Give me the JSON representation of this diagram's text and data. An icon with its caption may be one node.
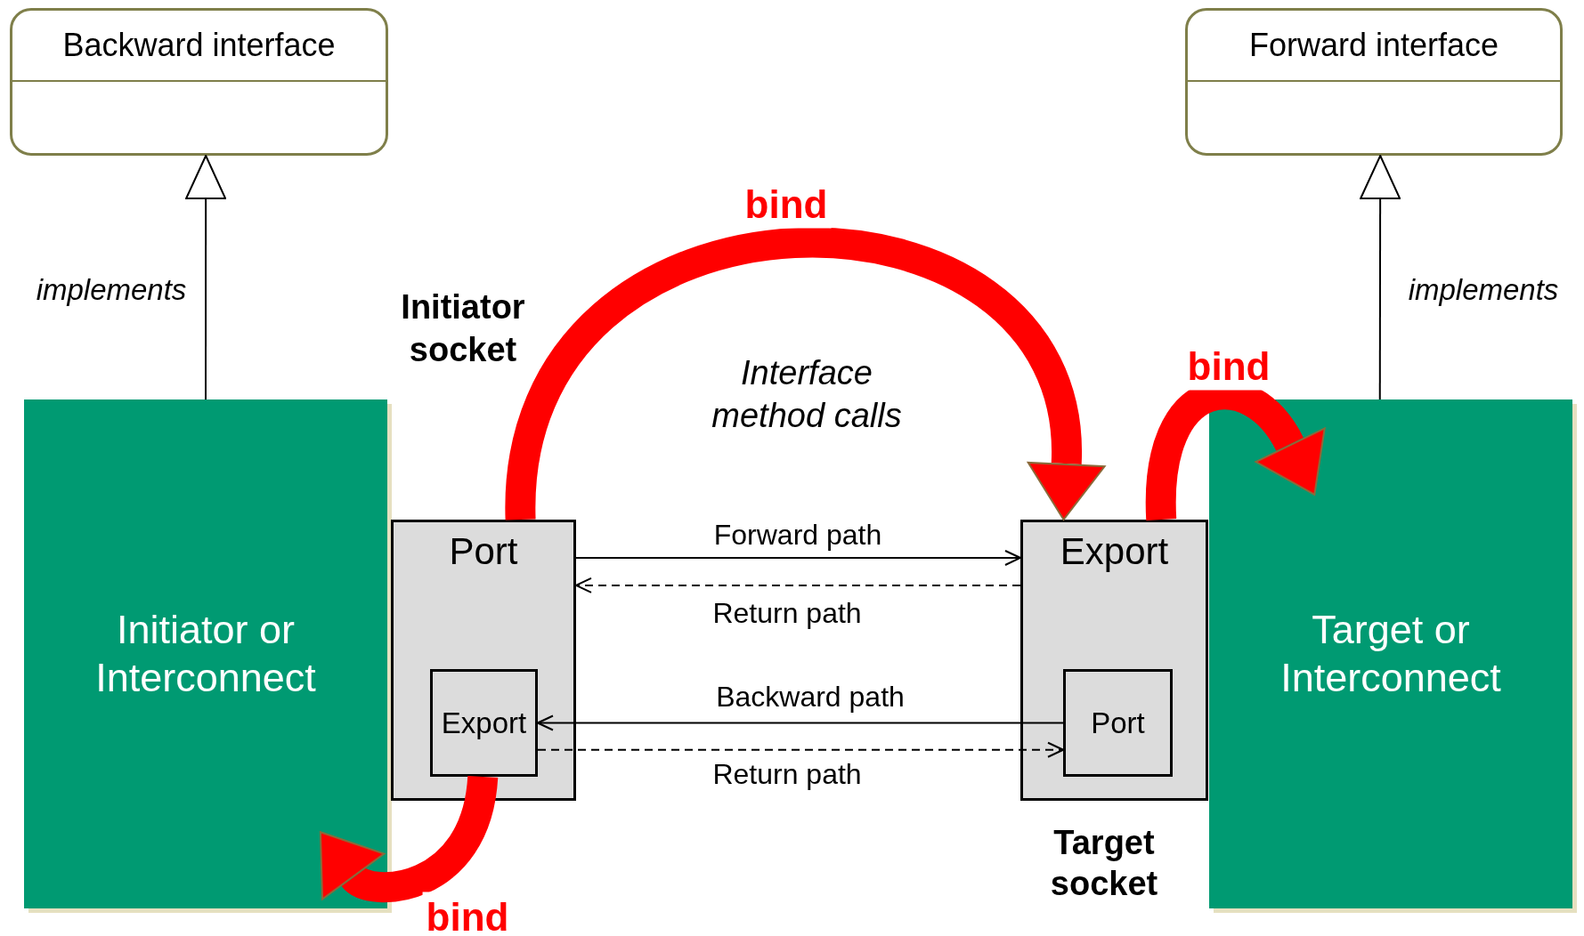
{
  "diagram": {
    "nodes": [
      {
        "text": [
          "Backward interface"
        ]
      },
      {
        "text": [
          "Forward interface"
        ]
      },
      {
        "text": [
          "Initiator or Interconnect"
        ]
      },
      {
        "text": [
          "Port"
        ]
      },
      {
        "text": [
          "Export"
        ],
        "in": 3
      },
      {
        "text": [
          "Export"
        ],
        "beside": [
          "Target socket"
        ]
      },
      {
        "text": [
          "Port"
        ],
        "in": 5
      },
      {
        "text": [
          "Target or Interconnect"
        ]
      }
    ],
    "edges": [
      {
        "from": 2,
        "to": 0,
        "arrow": "to",
        "label": "implements"
      },
      {
        "from": 7,
        "to": 1,
        "arrow": "to",
        "label": "implements"
      },
      {
        "from": 3,
        "to": 5,
        "arrow": "to",
        "label": "Forward path"
      },
      {
        "from": 5,
        "to": 3,
        "arrow": "to",
        "label": "Return path",
        "style": "dashed"
      },
      {
        "from": 6,
        "to": 4,
        "arrow": "to",
        "label": "Backward path"
      },
      {
        "from": 4,
        "to": 6,
        "arrow": "to",
        "label": "Return path",
        "style": "dashed"
      },
      {
        "from": 3,
        "to": 5,
        "arrow": "to",
        "label": "bind",
        "style": "thick",
        "color": "#ff0000"
      },
      {
        "from": 5,
        "to": 7,
        "arrow": "to",
        "label": "bind",
        "style": "thick",
        "color": "#ff0000"
      },
      {
        "from": 4,
        "to": 2,
        "arrow": "to",
        "label": "bind",
        "style": "thick",
        "color": "#ff0000"
      }
    ],
    "labels": [
      "Initiator socket",
      "Interface method calls"
    ]
  }
}
